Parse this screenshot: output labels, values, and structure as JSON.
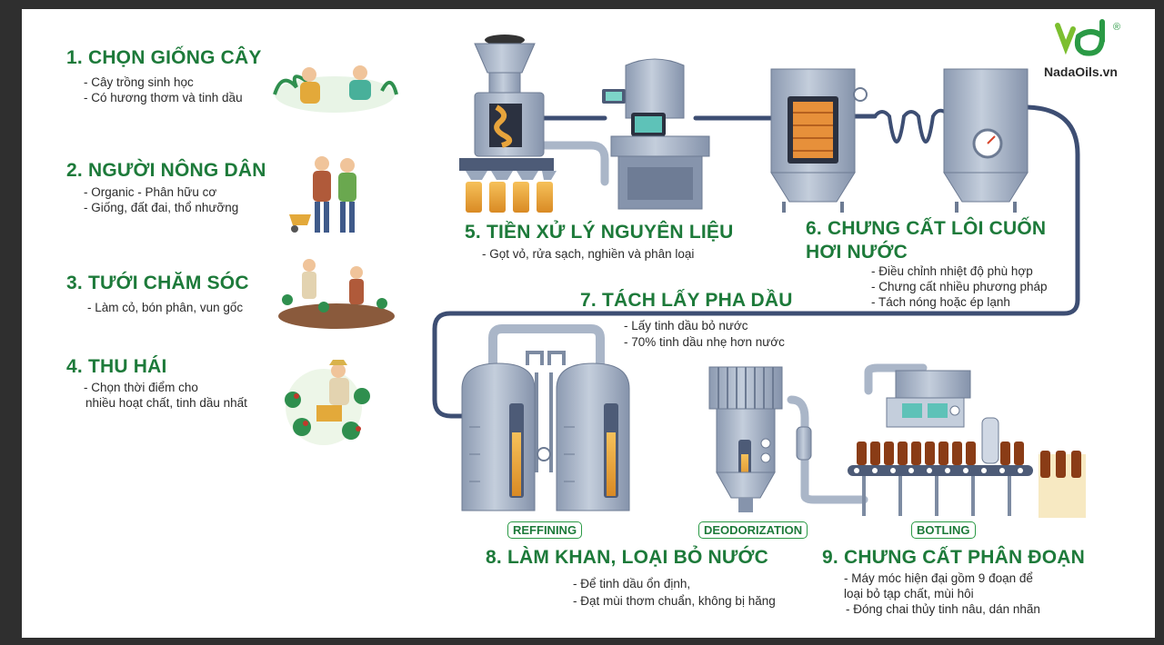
{
  "brand": {
    "name": "NadaOils.vn",
    "registered": "®"
  },
  "colors": {
    "green": "#1d7a3a",
    "steel": "#aab6c8",
    "steel_dark": "#7d8ba2",
    "pipe": "#3d4e73",
    "amber": "#e7a43c"
  },
  "steps": {
    "s1": {
      "title": "1. CHỌN GIỐNG CÂY",
      "lines": [
        "- Cây trồng sinh học",
        "- Có hương thơm và tinh dầu"
      ]
    },
    "s2": {
      "title": "2. NGƯỜI NÔNG DÂN",
      "lines": [
        "- Organic - Phân hữu cơ",
        "- Giống, đất đai, thổ nhưỡng"
      ]
    },
    "s3": {
      "title": "3. TƯỚI CHĂM SÓC",
      "lines": [
        "- Làm cỏ, bón phân, vun gốc"
      ]
    },
    "s4": {
      "title": "4. THU HÁI",
      "lines": [
        "- Chọn thời điểm cho",
        "nhiều hoạt chất, tinh dầu nhất"
      ]
    },
    "s5": {
      "title": "5. TIỀN XỬ LÝ NGUYÊN LIỆU",
      "lines": [
        "- Gọt vỏ, rửa sạch, nghiền và phân loại"
      ]
    },
    "s6": {
      "title_line1": "6. CHƯNG CẤT LÔI CUỐN",
      "title_line2": "HƠI NƯỚC",
      "lines": [
        "- Điều chỉnh nhiệt độ phù hợp",
        "- Chưng cất nhiều phương pháp",
        "- Tách nóng hoặc ép lạnh"
      ]
    },
    "s7": {
      "title": "7. TÁCH LẤY PHA DẦU",
      "lines": [
        "- Lấy tinh dầu bỏ nước",
        "- 70% tinh dầu nhẹ hơn nước"
      ]
    },
    "s8": {
      "title": "8. LÀM KHAN, LOẠI BỎ NƯỚC",
      "lines": [
        "- Để tinh dầu ổn định,",
        "- Đạt mùi thơm chuẩn, không bị hăng"
      ]
    },
    "s9": {
      "title": "9. CHƯNG CẤT PHÂN ĐOẠN",
      "lines": [
        "- Máy móc hiện đại gồm 9 đoạn để",
        "loại bỏ tạp chất, mùi hôi",
        "- Đóng chai thủy tinh nâu, dán nhãn"
      ]
    }
  },
  "labels": {
    "refining": "REFFINING",
    "deodorization": "DEODORIZATION",
    "bottling": "BOTLING"
  }
}
